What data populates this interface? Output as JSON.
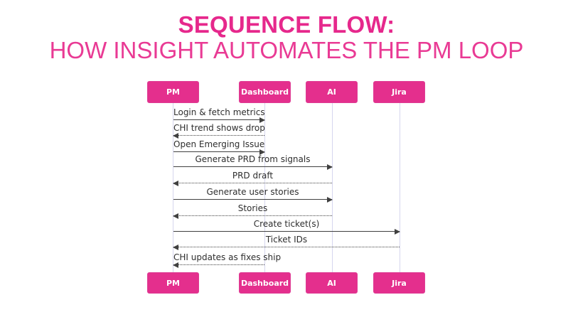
{
  "title": {
    "line1": "SEQUENCE FLOW:",
    "line2": "HOW INSIGHT AUTOMATES THE PM LOOP"
  },
  "diagram_type": "sequence",
  "actors": [
    {
      "id": "pm",
      "label": "PM"
    },
    {
      "id": "dashboard",
      "label": "Dashboard"
    },
    {
      "id": "ai",
      "label": "AI"
    },
    {
      "id": "jira",
      "label": "Jira"
    }
  ],
  "messages": [
    {
      "label": "Login & fetch metrics",
      "from": "PM",
      "to": "Dashboard",
      "line": "solid",
      "direction": "right"
    },
    {
      "label": "CHI trend shows drop",
      "from": "Dashboard",
      "to": "PM",
      "line": "dotted",
      "direction": "left"
    },
    {
      "label": "Open Emerging Issue",
      "from": "PM",
      "to": "Dashboard",
      "line": "solid",
      "direction": "right"
    },
    {
      "label": "Generate PRD from signals",
      "from": "PM",
      "to": "AI",
      "line": "solid",
      "direction": "right"
    },
    {
      "label": "PRD draft",
      "from": "AI",
      "to": "PM",
      "line": "dotted",
      "direction": "left"
    },
    {
      "label": "Generate user stories",
      "from": "PM",
      "to": "AI",
      "line": "solid",
      "direction": "right"
    },
    {
      "label": "Stories",
      "from": "AI",
      "to": "PM",
      "line": "dotted",
      "direction": "left"
    },
    {
      "label": "Create ticket(s)",
      "from": "PM",
      "to": "Jira",
      "line": "solid",
      "direction": "right"
    },
    {
      "label": "Ticket IDs",
      "from": "Jira",
      "to": "PM",
      "line": "dotted",
      "direction": "left"
    },
    {
      "label": "CHI updates as fixes ship",
      "from": "Dashboard",
      "to": "PM",
      "line": "dotted",
      "direction": "left"
    }
  ],
  "colors": {
    "title_pink": "#e6288c",
    "actor_fill": "#e42f8d",
    "actor_text": "#ffffff",
    "arrow": "#404040",
    "lifeline": "#d6d6ee",
    "label_text": "#2e2e2e",
    "background": "#ffffff"
  }
}
